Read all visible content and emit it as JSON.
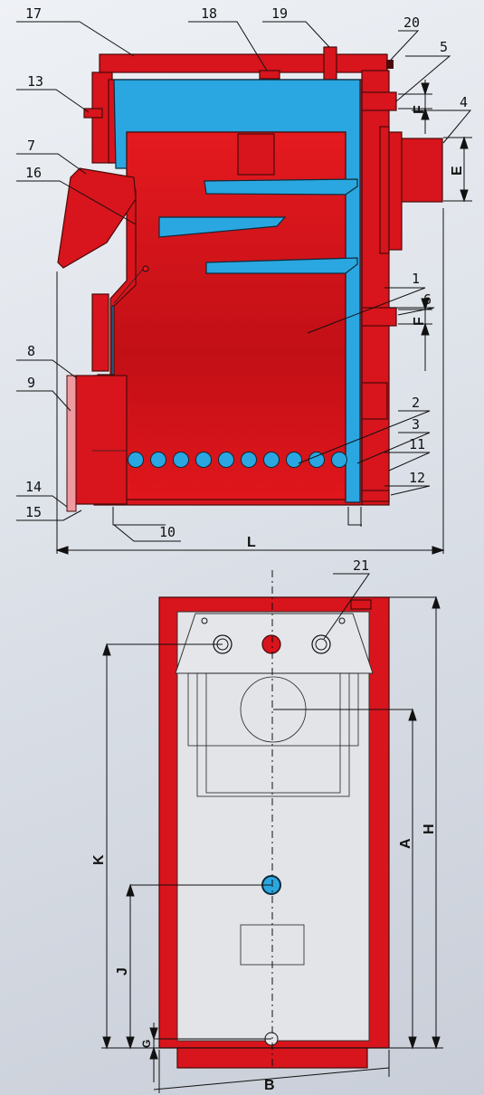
{
  "side_view": {
    "callouts": [
      "1",
      "2",
      "3",
      "4",
      "5",
      "6",
      "7",
      "8",
      "9",
      "10",
      "11",
      "12",
      "13",
      "14",
      "15",
      "16",
      "17",
      "18",
      "19",
      "20"
    ],
    "dimensions": {
      "L": "L",
      "E": "E",
      "F_top": "F",
      "F_mid": "F"
    }
  },
  "front_view": {
    "callouts": [
      "21"
    ],
    "dimensions": {
      "K": "K",
      "J": "J",
      "G": "G",
      "B": "B",
      "A": "A",
      "H": "H"
    }
  },
  "colors": {
    "body": "#d8141c",
    "water_jacket": "#2aa7e0",
    "background": "#e4e8ee"
  }
}
